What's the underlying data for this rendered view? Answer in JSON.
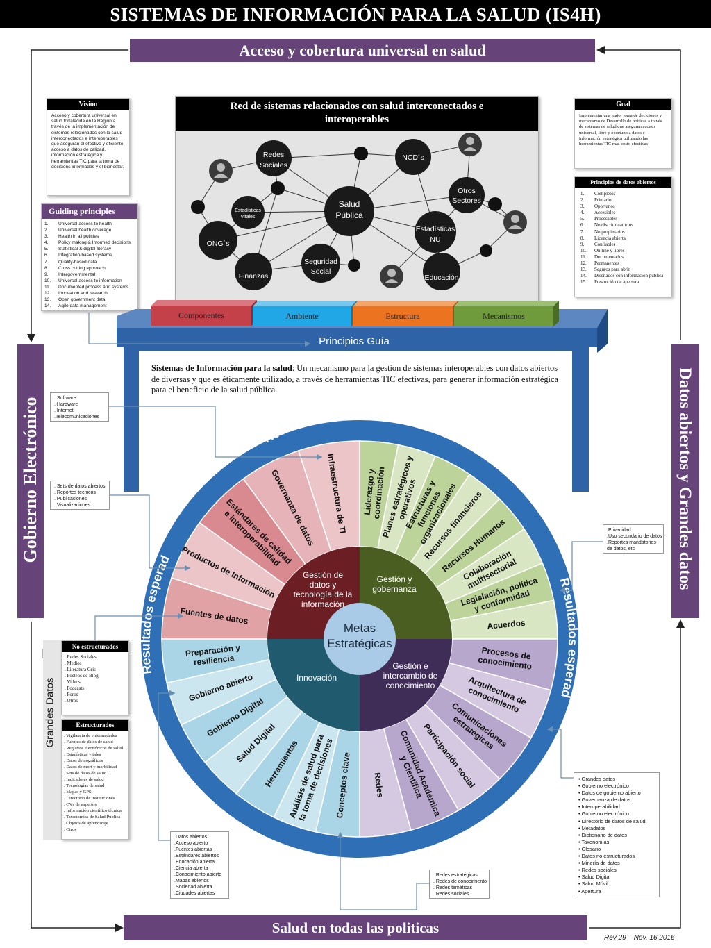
{
  "title": "SISTEMAS DE INFORMACIÓN PARA LA SALUD (IS4H)",
  "top_band": "Acceso y cobertura universal en salud",
  "bottom_band": "Salud en todas las politicas",
  "left_side": "Gobierno Electrónico",
  "right_side": "Datos abiertos y Grandes datos",
  "revision": "Rev 29 – Nov. 16 2016",
  "vision": {
    "heading": "Visión",
    "body": "Acceso y cobertura universal en salud fortalecida en la Región a través de la implementación de sistemas relacionados con la salud interconectados e interoperables que aseguran el efectivo y eficiente acceso a datos de calidad, información estratégica y herramientas TIC para la toma de decisions informadas y el bienestar."
  },
  "goal": {
    "heading": "Goal",
    "body": "Implementar una major toma de deciciones y mecanismo de Desarrollo de poiticas a través de sistemas de salud que aseguren acceso universal, libre y oportuno a datos e información estratégica utilizando las herramientas TIC más costo efectivas"
  },
  "guiding": {
    "heading": "Guiding principles",
    "items": [
      {
        "n": "1.",
        "t": "Universal access to health"
      },
      {
        "n": "2.",
        "t": "Universal health coverage"
      },
      {
        "n": "3.",
        "t": "Health in all policies"
      },
      {
        "n": "4.",
        "t": "Policy making & Informed decisions"
      },
      {
        "n": "5.",
        "t": "Statistical & digital literacy"
      },
      {
        "n": "6.",
        "t": "Integration-based systems"
      },
      {
        "n": "7.",
        "t": "Quality-based data"
      },
      {
        "n": "8.",
        "t": "Cross cutting approach"
      },
      {
        "n": "9.",
        "t": "Intergovernmental"
      },
      {
        "n": "10.",
        "t": "Universal access to information"
      },
      {
        "n": "11.",
        "t": "Documented process and systems"
      },
      {
        "n": "12.",
        "t": "Innovation and research"
      },
      {
        "n": "13.",
        "t": "Open government data"
      },
      {
        "n": "14.",
        "t": "Agile data management"
      }
    ]
  },
  "open_data_principles": {
    "heading": "Principios de datos abiertos",
    "items": [
      {
        "n": "1.",
        "t": "Completos"
      },
      {
        "n": "2.",
        "t": "Primario"
      },
      {
        "n": "3.",
        "t": "Oportunos"
      },
      {
        "n": "4.",
        "t": "Accesibles"
      },
      {
        "n": "5.",
        "t": "Procesables"
      },
      {
        "n": "6.",
        "t": "No discriminatorios"
      },
      {
        "n": "7.",
        "t": "No propietarios"
      },
      {
        "n": "8.",
        "t": "Licencia abierta"
      },
      {
        "n": "9.",
        "t": "Confiables"
      },
      {
        "n": "10.",
        "t": "On line y libres"
      },
      {
        "n": "11.",
        "t": "Documentados"
      },
      {
        "n": "12.",
        "t": "Permanentes"
      },
      {
        "n": "13.",
        "t": "Seguros para abrir"
      },
      {
        "n": "14.",
        "t": "Diseñados con información pública"
      },
      {
        "n": "15.",
        "t": "Presunción de apertura"
      }
    ]
  },
  "network": {
    "heading": "Red de sistemas relacionados con salud interconectados e interoperables",
    "nodes": {
      "salud_1": "Salud",
      "salud_2": "Pública",
      "redes_1": "Redes",
      "redes_2": "Sociales",
      "ncd": "NCD´s",
      "otros_1": "Otros",
      "otros_2": "Sectores",
      "estnu_1": "Estadísticas",
      "estnu_2": "NU",
      "ev_1": "Estadísticas",
      "ev_2": "Vitales",
      "ongs": "ONG´s",
      "finanzas": "Finanzas",
      "seg_1": "Seguridad",
      "seg_2": "Social",
      "educacion": "Educación"
    }
  },
  "tabs": [
    "Componentes",
    "Ambiente",
    "Estructura",
    "Mecanismos"
  ],
  "principios_guia": "Principios Guía",
  "definition": {
    "bold": "Sistemas de Información para la salud",
    "rest": ":  Un mecanismo para la gestion de sistemas interoperables con datos abiertos de diversas y que es éticamente utilizado, a través de herramientas TIC efectivas, para generar información estratégica para el beneficio de la salud pública."
  },
  "resultados_esperados": "Resultados esperados",
  "wheel": {
    "center_1": "Metas",
    "center_2": "Estratégicas",
    "q_datos": [
      "Gestión de",
      "datos y",
      "tecnología de la",
      "información"
    ],
    "q_gob": [
      "Gestión y",
      "gobernanza"
    ],
    "q_innov": [
      "Innovación"
    ],
    "q_conoc": [
      "Gestión e",
      "intercambio de",
      "conocimiento"
    ],
    "spokes_datos": [
      [
        "Fuentes de datos"
      ],
      [
        "Productos de Información"
      ],
      [
        "Estándares de calidad",
        "e interoperabilidad"
      ],
      [
        "Governanza de datos"
      ],
      [
        "Infraestructura de TI"
      ]
    ],
    "spokes_gob": [
      [
        "Liderazgo y",
        "coordinación"
      ],
      [
        "Planes estratégicos y",
        "operativos"
      ],
      [
        "Estructuras y",
        "funciones",
        "organizacionales"
      ],
      [
        "Recursos financieros"
      ],
      [
        "Recursos Humanos"
      ],
      [
        "Colaboración",
        "multisectorial"
      ],
      [
        "Legislación, política",
        "y conformidad"
      ],
      [
        "Acuerdos"
      ]
    ],
    "spokes_conoc": [
      [
        "Procesos de",
        "conocimiento"
      ],
      [
        "Arquitectura de",
        "conocimiento"
      ],
      [
        "Comunicaciones",
        "estratégicas"
      ],
      [
        "Participación social"
      ],
      [
        "Comunidad Académica",
        "y Científica"
      ],
      [
        "Redes"
      ]
    ],
    "spokes_innov": [
      [
        "Conceptos clave"
      ],
      [
        "Análisis de salud para",
        "la toma de decisiones"
      ],
      [
        "Herramientas"
      ],
      [
        "Salud Digital"
      ],
      [
        "Gobierno Digital"
      ],
      [
        "Gobierno abierto"
      ],
      [
        "Preparación y",
        "resiliencia"
      ]
    ]
  },
  "callouts": {
    "infra": [
      ". Software",
      ". Hardware",
      ". Internet",
      ".Telecomunicaciones"
    ],
    "productos": [
      ". Sets de datos abiertos",
      ". Reportes tecnicos",
      ". Publicaciones",
      ". Visualizaciones"
    ],
    "privacidad": [
      ".Privacidad",
      ".Uso secundario de datos",
      ".Reportes mandatories",
      "de datos, etc"
    ],
    "datos_abiertos": [
      ".Datos abiertos",
      ".Acceso abierto",
      ".Fuentes abiertas",
      ".Estándares abiertos",
      ".Educación abierta",
      ".Ciencia abierta",
      ".Conocimiento abierto",
      ".Mapas abiertos",
      ".Sociedad abierta",
      ".Ciudades abiertas"
    ],
    "redes": [
      ". Redes estratégicas",
      ". Redes de conocimiento",
      ". Redes temáticas",
      ". Redes sociales"
    ],
    "grandes": [
      "Grandes datos",
      "Gobierno electrónico",
      "Datos de gobierno abierto",
      "Governanza de datos",
      "Interoperabilidad",
      "Gobierno electrónico",
      "Directorio de datos de salud",
      "Metadatos",
      "Dictionario de datos",
      "Taxonomías",
      "Glosario",
      "Datos no estructurados",
      "Minería de datos",
      "Redes sociales",
      "Salud Digital",
      "Salud Móvil",
      "Apertura"
    ]
  },
  "grandes_datos": {
    "label": "Grandes Datos",
    "no_estructurados": "No estructurados",
    "no_items": [
      ". Redes Sociales",
      ". Medios",
      ". Literatura Gris",
      ". Posteos de Blog",
      ". Videos",
      ". Podcasts",
      ". Foros",
      ". Otros"
    ],
    "estructurados": "Estructurados",
    "es_items": [
      ". Vigilancia de enfermedades",
      ". Fuentes de datos de salud",
      ". Registros electrónicos de salud",
      ". Estadísticas vitales",
      ". Datos demográficos",
      ". Datos de mort y morbilidad",
      ". Sets de datos de salud",
      ". Indicadores de salud",
      ". Tecnologías de salud",
      ". Mapas y GPS",
      ". Directorio de instituciones",
      ". CVs de expertos",
      ". Información científico técnica",
      ". Taxonomías de Salud Pública",
      ". Objetos de aprendizaje",
      ". Otros"
    ]
  },
  "colors": {
    "purple": "#664378",
    "blue_frame": "#2f6fb5",
    "datos_dark": "#6b1f24",
    "gob_dark": "#4a5e22",
    "innov_dark": "#1f5a6e",
    "conoc_dark": "#3f2c57"
  }
}
